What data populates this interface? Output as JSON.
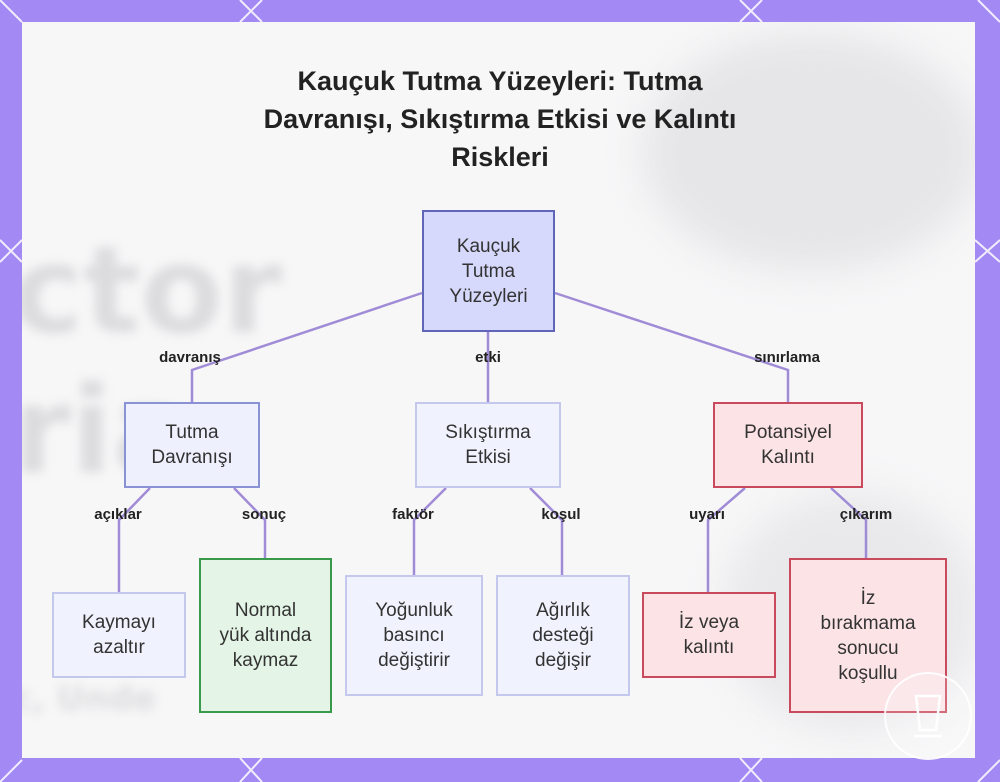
{
  "title": "Kauçuk Tutma Yüzeyleri: Tutma Davranışı, Sıkıştırma Etkisi ve Kalıntı Riskleri",
  "watermark_text": [
    "ctor",
    "ria",
    "c, Unde"
  ],
  "nodes": {
    "root": "Kauçuk Tutma Yüzeyleri",
    "tutma_davranisi": "Tutma Davranışı",
    "sikistirma_etkisi": "Sıkıştırma Etkisi",
    "potansiyel_kalinti": "Potansiyel Kalıntı",
    "kaymayi_azaltir": "Kaymayı azaltır",
    "normal_yuk": "Normal yük altında kaymaz",
    "yogunluk_basinci": "Yoğunluk basıncı değiştirir",
    "agirlik_destegi": "Ağırlık desteği değişir",
    "iz_veya_kalinti": "İz veya kalıntı",
    "iz_birakmama": "İz bırakmama sonucu koşullu"
  },
  "edge_labels": {
    "davranis": "davranış",
    "etki": "etki",
    "sinirlama": "sınırlama",
    "aciklar": "açıklar",
    "sonuc": "sonuç",
    "faktor": "faktör",
    "kosul": "koşul",
    "uyari": "uyarı",
    "cikarim": "çıkarım"
  },
  "colors": {
    "frame": "#a389f4",
    "edge": "#a08cd6",
    "root_fill": "#d6d9fb",
    "red_border": "#c84a5c",
    "green_border": "#3a9a4c"
  }
}
